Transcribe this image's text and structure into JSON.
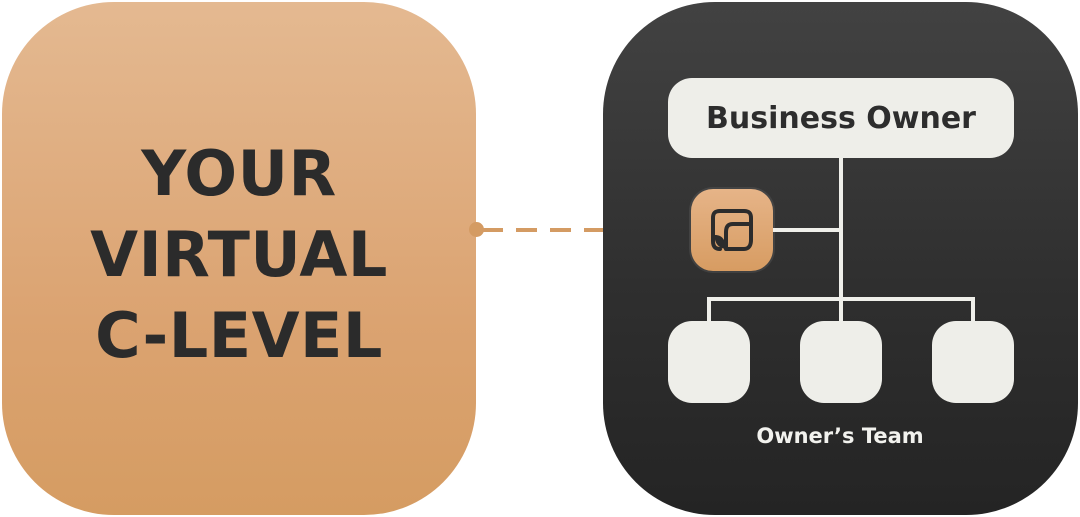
{
  "left_panel": {
    "lines": [
      "YOUR",
      "VIRTUAL",
      "C-LEVEL"
    ]
  },
  "org_chart": {
    "top_node": "Business Owner",
    "team_label": "Owner’s Team"
  },
  "colors": {
    "accent": "#d59c62",
    "dark_card": "#333333",
    "node_fill": "#eeeee9",
    "text_dark": "#2b2b2b"
  },
  "icons": {
    "logo": "brand-logo-icon"
  }
}
